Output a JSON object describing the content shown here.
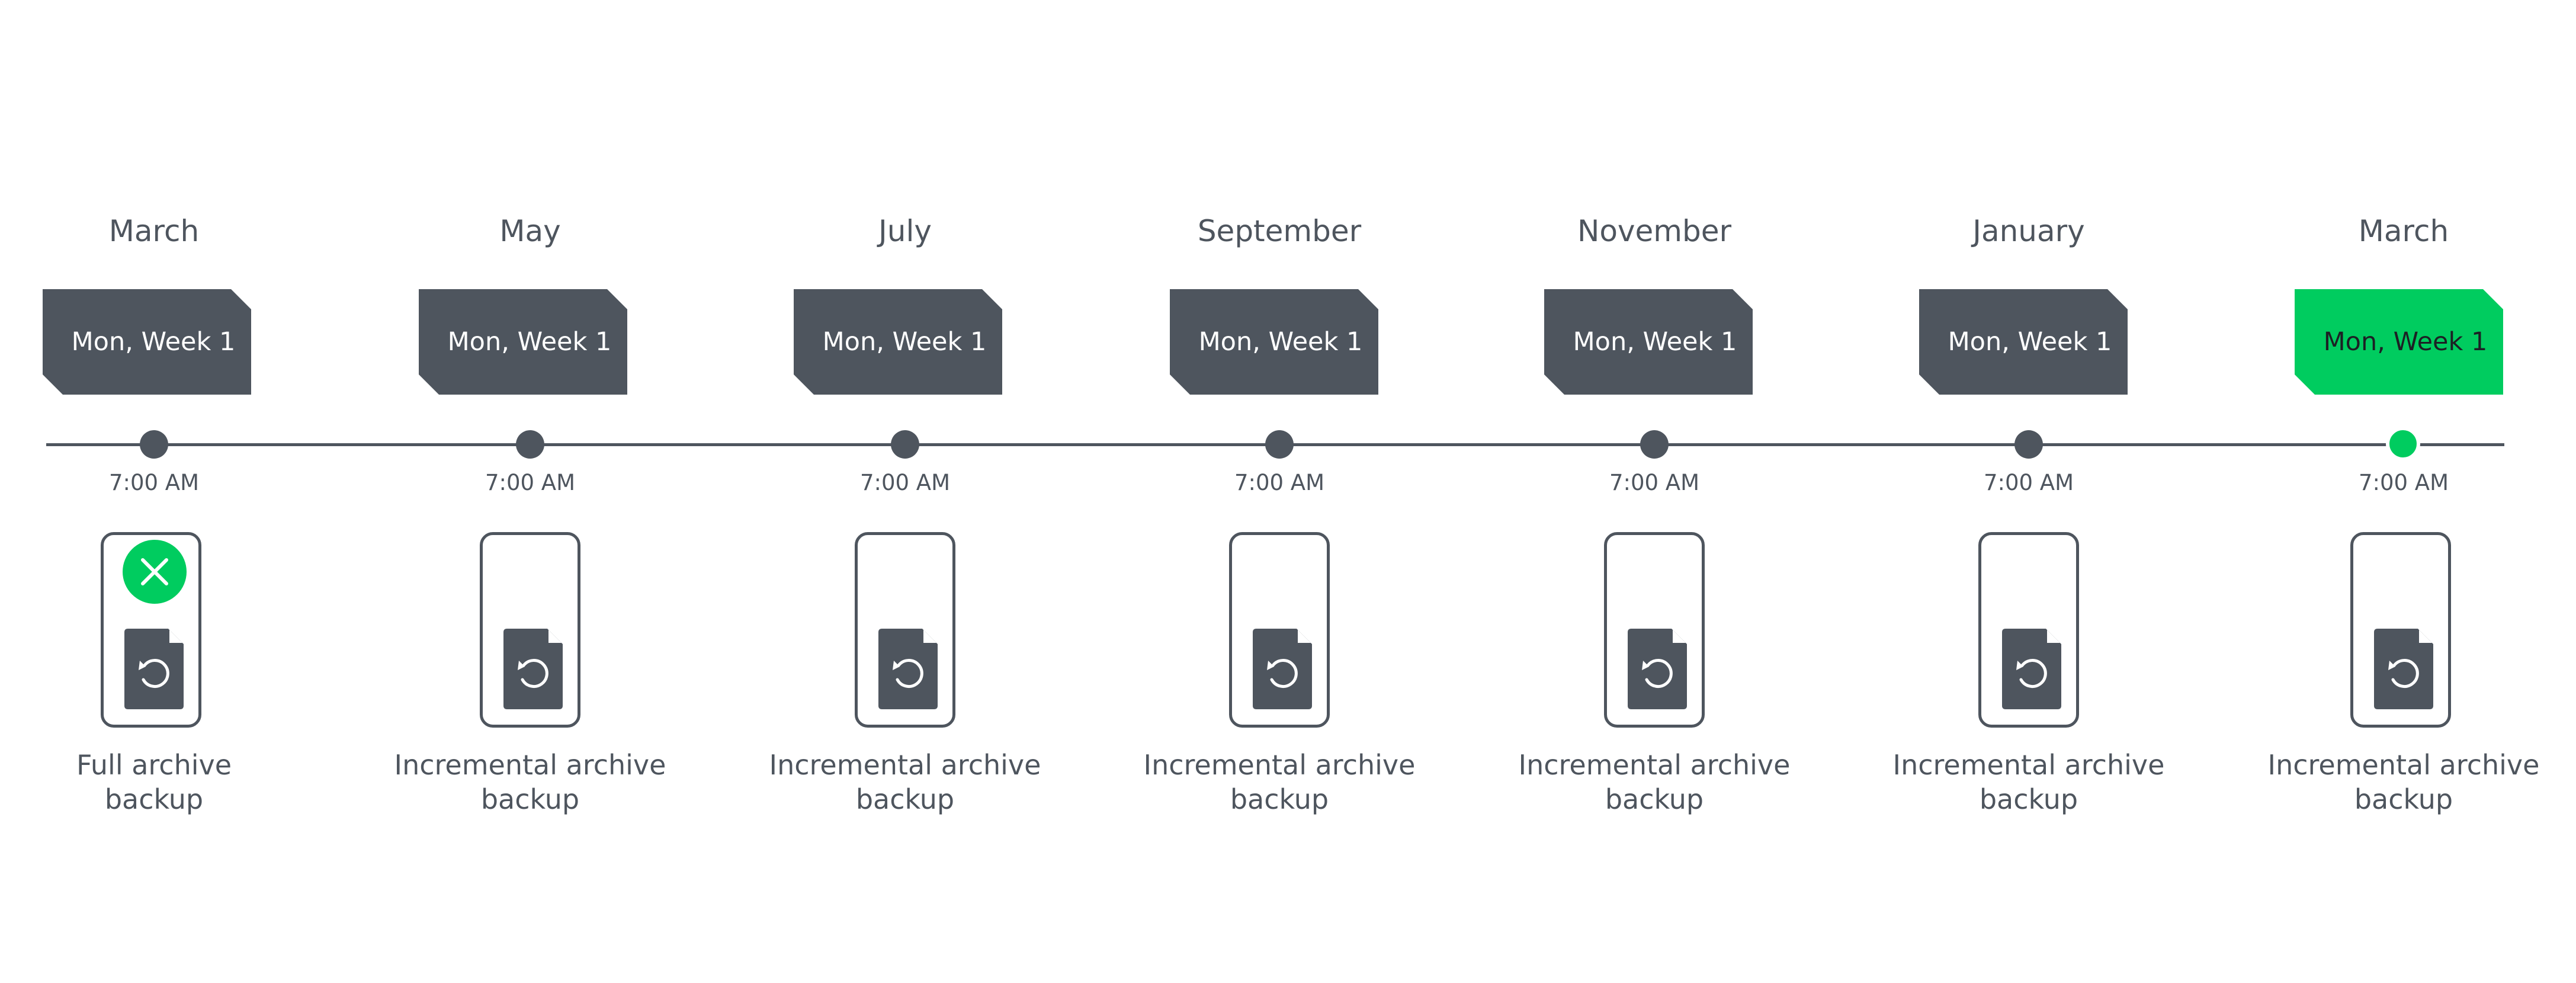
{
  "colors": {
    "primary": "#4e555e",
    "accent": "#00cc5f",
    "background": "#ffffff"
  },
  "steps": [
    {
      "month": "March",
      "tag": "Mon, Week 1",
      "time": "7:00 AM",
      "label_line1": "Full archive",
      "label_line2": "backup",
      "status_icon": "close-icon",
      "current": false
    },
    {
      "month": "May",
      "tag": "Mon, Week 1",
      "time": "7:00 AM",
      "label_line1": "Incremental archive",
      "label_line2": "backup",
      "current": false
    },
    {
      "month": "July",
      "tag": "Mon, Week 1",
      "time": "7:00 AM",
      "label_line1": "Incremental archive",
      "label_line2": "backup",
      "current": false
    },
    {
      "month": "September",
      "tag": "Mon, Week 1",
      "time": "7:00 AM",
      "label_line1": "Incremental archive",
      "label_line2": "backup",
      "current": false
    },
    {
      "month": "November",
      "tag": "Mon, Week 1",
      "time": "7:00 AM",
      "label_line1": "Incremental archive",
      "label_line2": "backup",
      "current": false
    },
    {
      "month": "January",
      "tag": "Mon, Week 1",
      "time": "7:00 AM",
      "label_line1": "Incremental archive",
      "label_line2": "backup",
      "current": false
    },
    {
      "month": "March",
      "tag": "Mon, Week 1",
      "time": "7:00 AM",
      "label_line1": "Incremental archive",
      "label_line2": "backup",
      "current": true
    }
  ]
}
